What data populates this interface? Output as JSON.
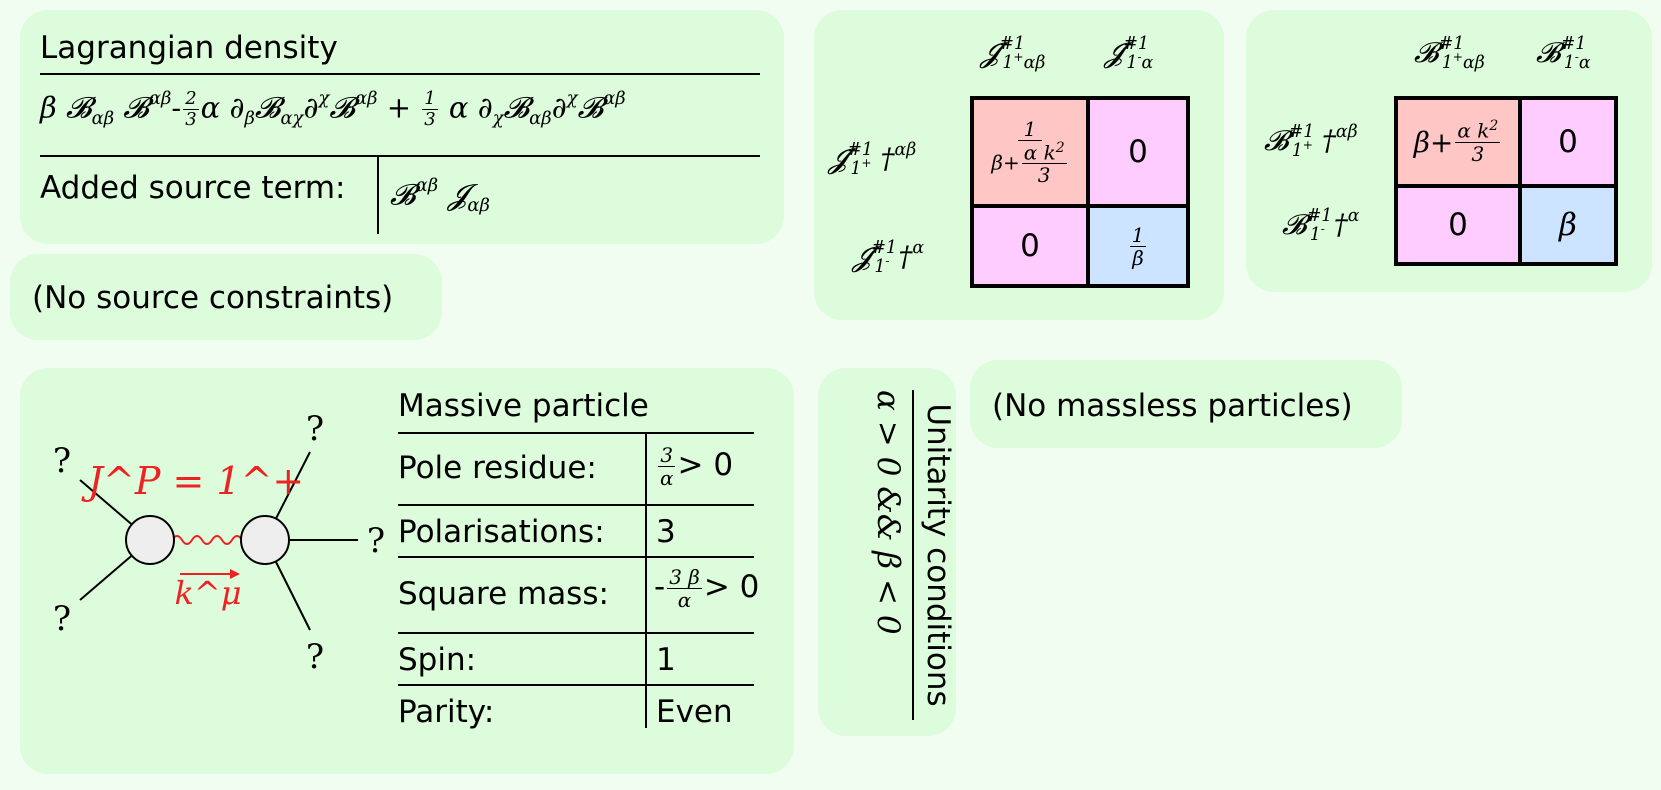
{
  "lagrangian": {
    "title": "Lagrangian density",
    "source_label": "Added source term:"
  },
  "source_constraints": "(No source constraints)",
  "matrix_J": {
    "entries": [
      "0",
      "0"
    ]
  },
  "matrix_B": {
    "entries": [
      "0",
      "0"
    ]
  },
  "massive_particle": {
    "title": "Massive particle",
    "rows": [
      {
        "label": "Pole residue:",
        "value": "> 0"
      },
      {
        "label": "Polarisations:",
        "value": "3"
      },
      {
        "label": "Square mass:",
        "value": "> 0"
      },
      {
        "label": "Spin:",
        "value": "1"
      },
      {
        "label": "Parity:",
        "value": "Even"
      }
    ],
    "diagram_label": "J^P = 1^+",
    "momentum_label": "k^μ",
    "leg_marker": "?"
  },
  "unitarity": {
    "title": "Unitarity conditions",
    "condition": "α > 0 && β < 0"
  },
  "massless": "(No massless particles)",
  "colors": {
    "panel": "#dcfcdc",
    "background": "#f0fdf0",
    "cell_pink": "#ffc6c6",
    "cell_magenta": "#ffccff",
    "cell_blue": "#cce4ff",
    "propagator": "#ee2222"
  }
}
